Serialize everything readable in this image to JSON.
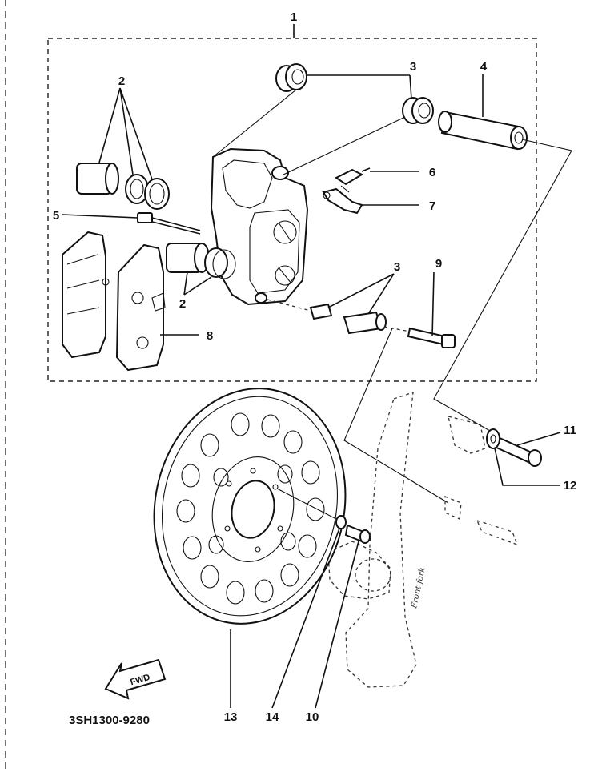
{
  "diagram": {
    "callouts": {
      "c1": "1",
      "c2a": "2",
      "c2b": "2",
      "c3a": "3",
      "c3b": "3",
      "c4": "4",
      "c5": "5",
      "c6": "6",
      "c7": "7",
      "c8": "8",
      "c9": "9",
      "c10": "10",
      "c11": "11",
      "c12": "12",
      "c13": "13",
      "c14": "14"
    },
    "fwd_label": "FWD",
    "reference_code": "3SH1300-9280",
    "fork_note": "Front fork"
  }
}
